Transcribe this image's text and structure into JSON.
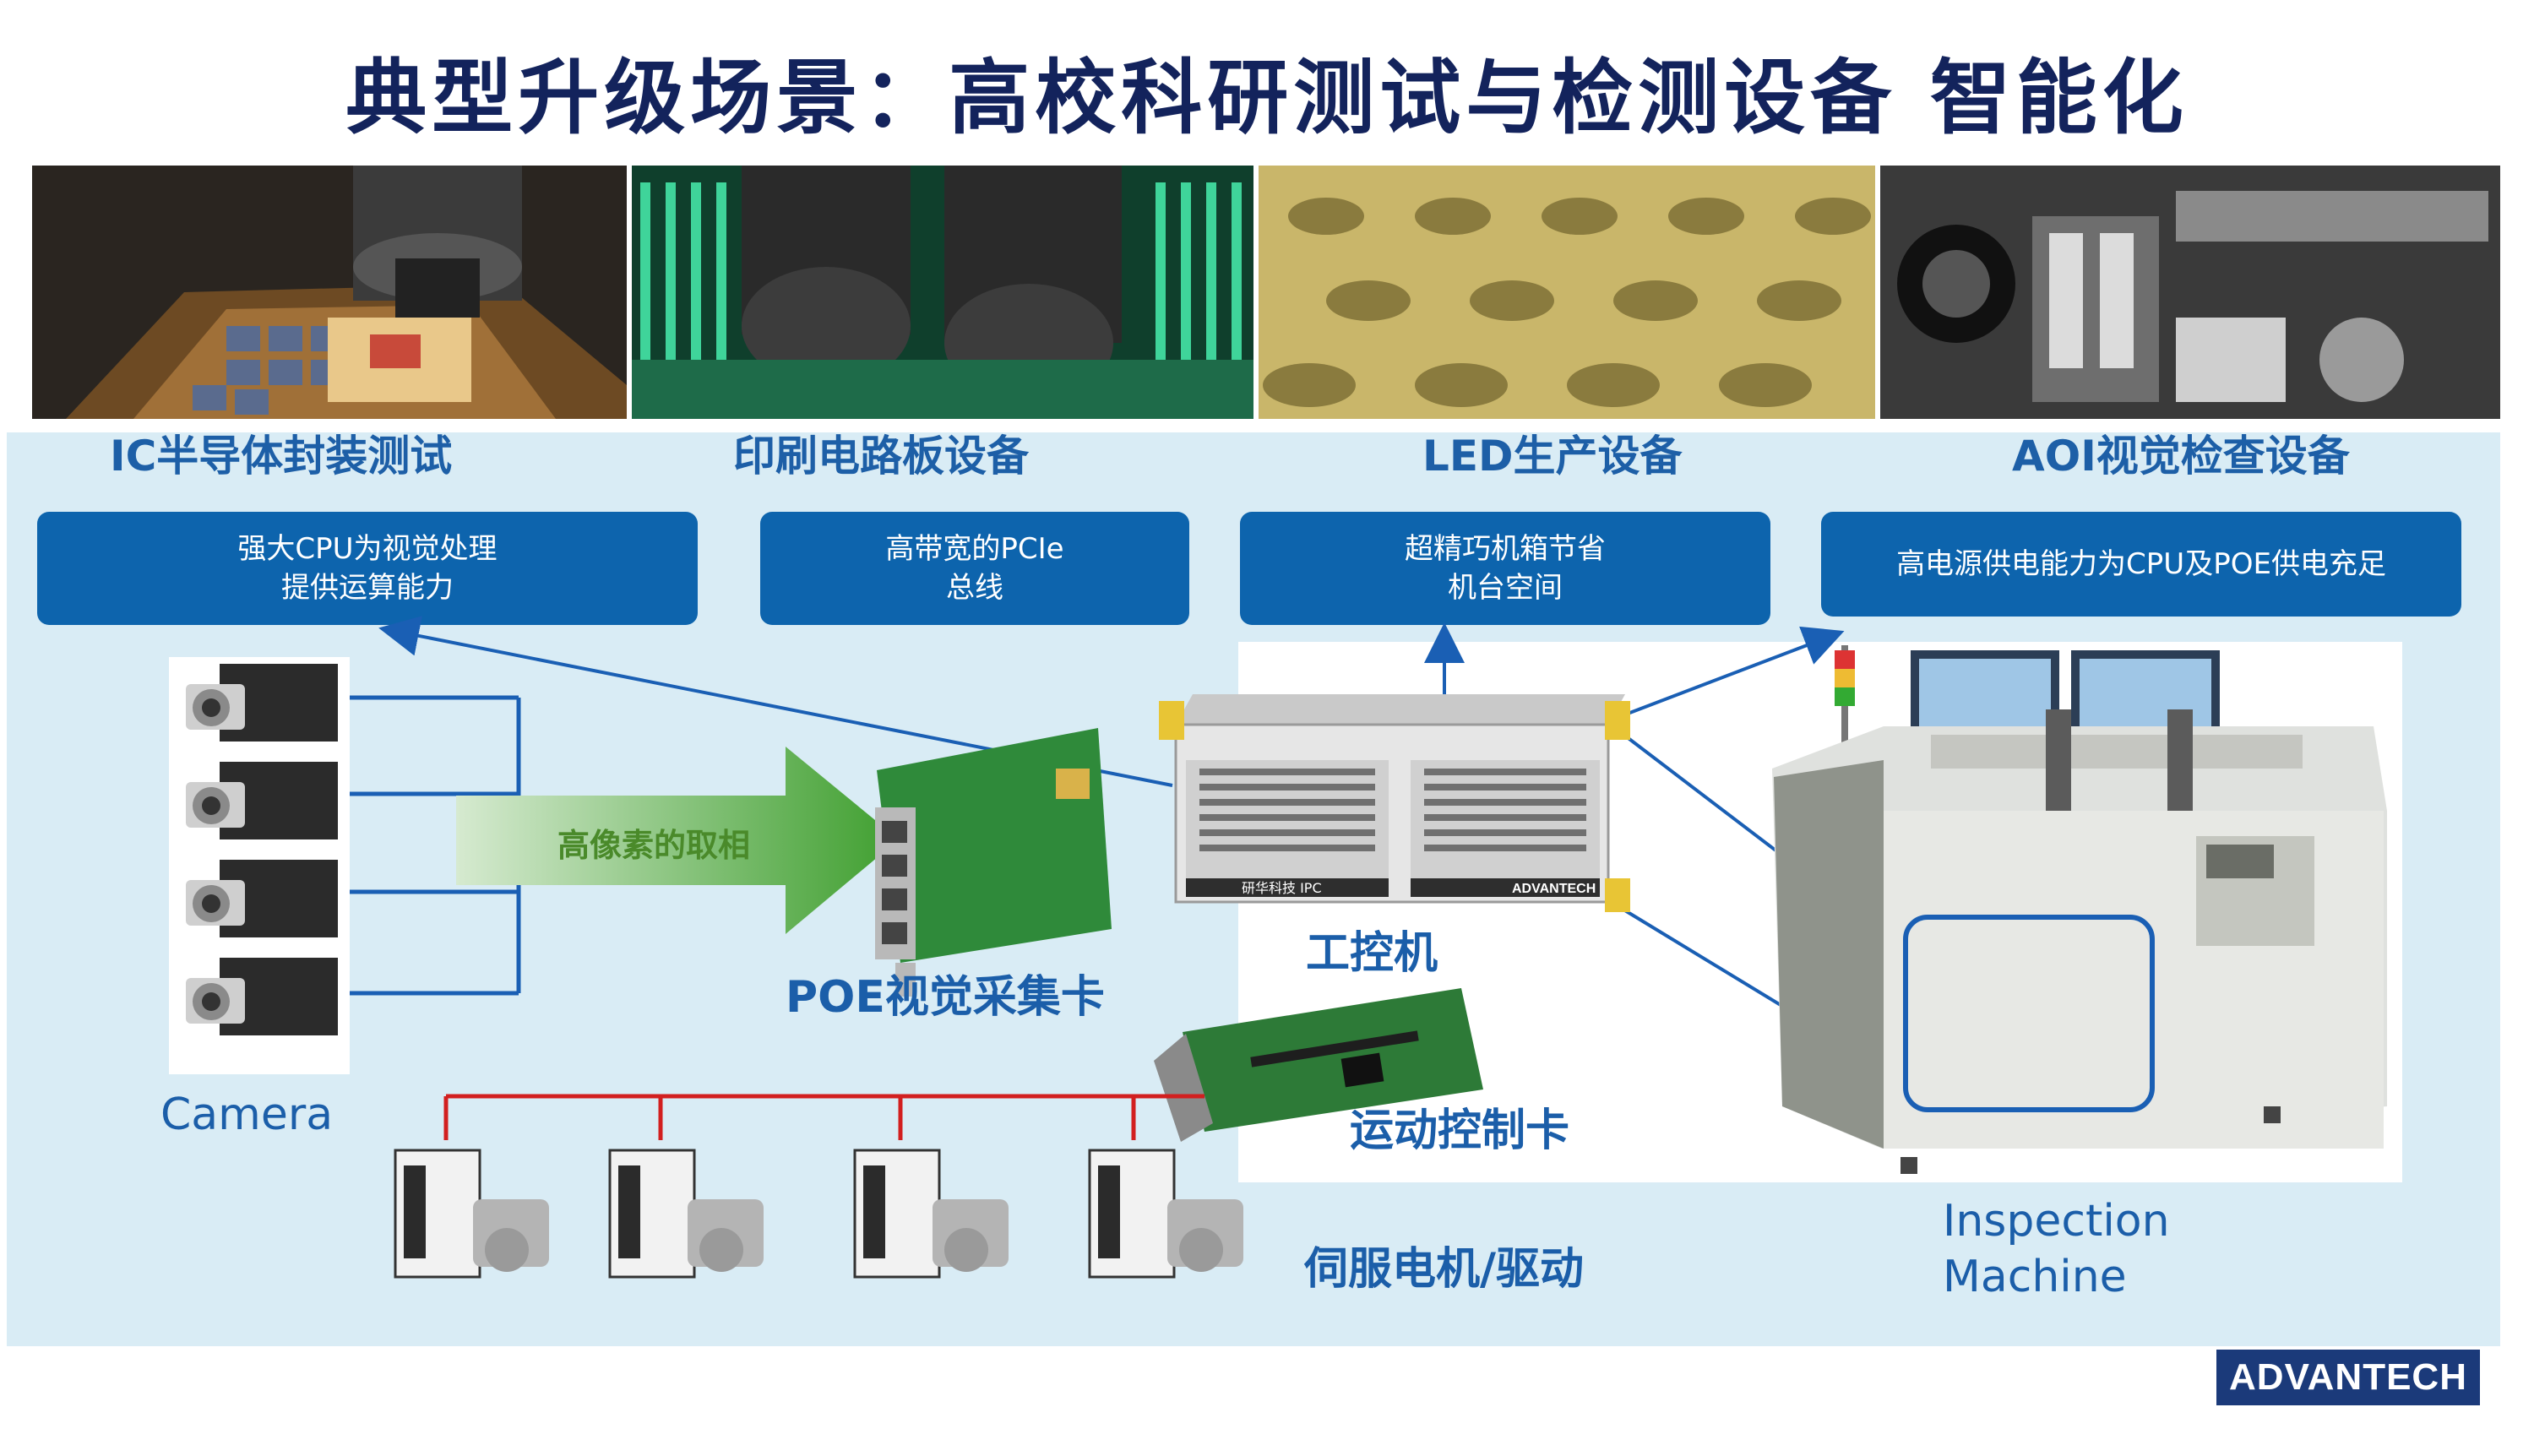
{
  "title": "典型升级场景：高校科研测试与检测设备 智能化",
  "categories": [
    {
      "name": "IC半导体封装测试"
    },
    {
      "name": "印刷电路板设备"
    },
    {
      "name": "LED生产设备"
    },
    {
      "name": "AOI视觉检查设备"
    }
  ],
  "callouts": [
    {
      "line1": "强大CPU为视觉处理",
      "line2": "提供运算能力"
    },
    {
      "line1": "高带宽的PCIe",
      "line2": "总线"
    },
    {
      "line1": "超精巧机箱节省",
      "line2": "机台空间"
    },
    {
      "line1": "高电源供电能力为CPU及POE供电充足",
      "line2": ""
    }
  ],
  "labels": {
    "camera": "Camera",
    "arrow_text": "高像素的取相",
    "poe_card": "POE视觉采集卡",
    "ipc": "工控机",
    "motion_card": "运动控制卡",
    "servo": "伺服电机/驱动",
    "inspection_line1": "Inspection",
    "inspection_line2": "Machine"
  },
  "ipc_front": {
    "left_text": "研华科技 IPC",
    "brand": "ADVANTECH"
  },
  "logo": "ADVANTECH",
  "colors": {
    "accent": "#0d64ad",
    "title": "#13235c",
    "panel": "#d9ecf5",
    "wire": "#d21f1f",
    "connector": "#1a5fb4"
  },
  "icons": [
    "camera-icon",
    "poe-card-icon",
    "ipc-chassis-icon",
    "motion-card-icon",
    "servo-motor-icon",
    "inspection-machine-icon"
  ]
}
